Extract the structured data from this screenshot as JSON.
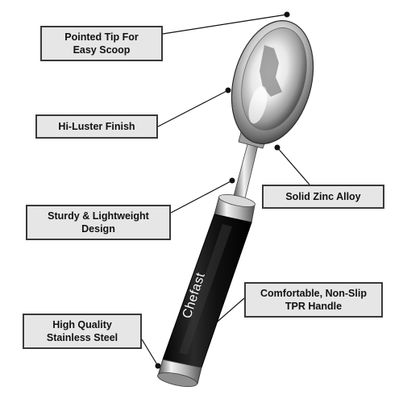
{
  "callouts": {
    "tip": {
      "line1": "Pointed Tip For",
      "line2": "Easy Scoop"
    },
    "finish": {
      "line1": "Hi-Luster Finish"
    },
    "zinc": {
      "line1": "Solid Zinc Alloy"
    },
    "sturdy": {
      "line1": "Sturdy & Lightweight",
      "line2": "Design"
    },
    "tpr": {
      "line1": "Comfortable, Non-Slip",
      "line2": "TPR Handle"
    },
    "steel": {
      "line1": "High Quality",
      "line2": "Stainless Steel"
    }
  },
  "product": {
    "brand": "Chefast"
  },
  "colors": {
    "callout_fill": "#e6e6e6",
    "callout_border": "#3a3a3a",
    "handle": "#111111",
    "metal": "#c8c8c8",
    "leader": "#111111"
  }
}
